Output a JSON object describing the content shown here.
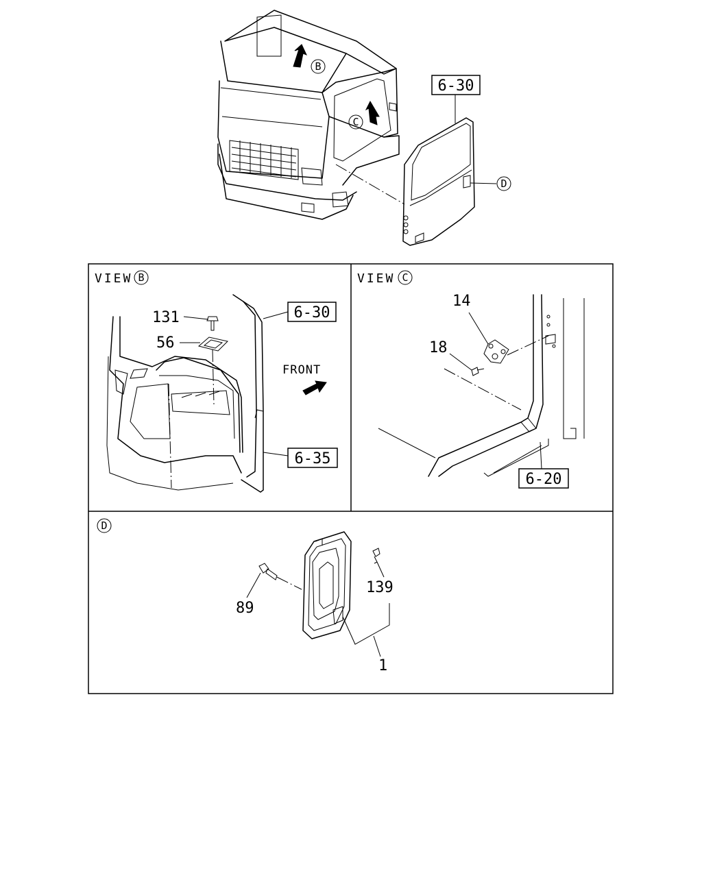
{
  "overview": {
    "ref_box": "6-30",
    "arrow_b": "B",
    "arrow_c": "C",
    "callout_d": "D"
  },
  "view_b": {
    "heading": "VIEW",
    "circle": "B",
    "ref_top": "6-30",
    "ref_bottom": "6-35",
    "front": "FRONT",
    "part_131": "131",
    "part_56": "56"
  },
  "view_c": {
    "heading": "VIEW",
    "circle": "C",
    "ref_box": "6-20",
    "part_14": "14",
    "part_18": "18"
  },
  "view_d": {
    "circle": "D",
    "part_89": "89",
    "part_139": "139",
    "part_1": "1"
  }
}
